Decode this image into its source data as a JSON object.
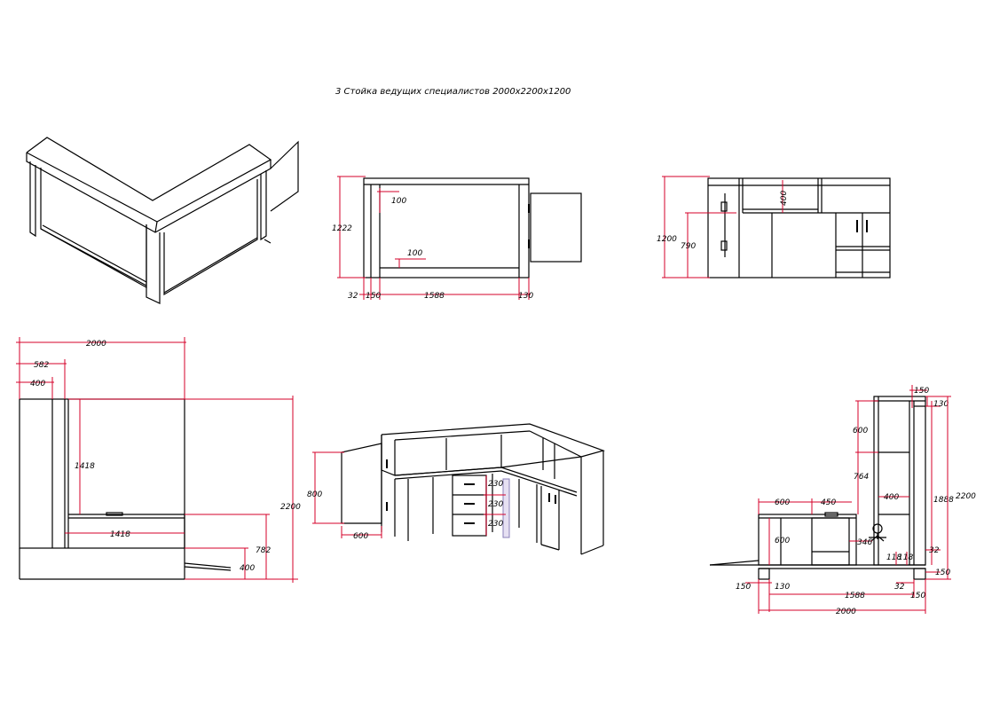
{
  "title": "3 Стойка ведущих специалистов 2000х2200х1200",
  "views": {
    "front": {
      "dims": {
        "h1": "1222",
        "inner_top": "100",
        "inner_bottom": "100",
        "w1": "32",
        "w2": "150",
        "w3": "1588",
        "w4": "130"
      }
    },
    "side": {
      "dims": {
        "h_total": "1200",
        "h_counter": "790",
        "shelf": "400"
      }
    },
    "plan": {
      "dims": {
        "w_total": "2000",
        "w_582": "582",
        "w_400": "400",
        "h_1418": "1418",
        "w_1418": "1418",
        "h_total": "2200",
        "h_782": "782",
        "h_400": "400"
      }
    },
    "persp": {
      "dims": {
        "d230a": "230",
        "d230b": "230",
        "d230c": "230",
        "h800": "800",
        "w600": "600"
      }
    },
    "section": {
      "dims": {
        "d150_top": "150",
        "d130_top": "130",
        "d600_v": "600",
        "d764": "764",
        "d600_w": "600",
        "d450": "450",
        "d400": "400",
        "d1888": "1888",
        "d2200": "2200",
        "d600_low": "600",
        "d346": "346",
        "d118a": "118",
        "d118b": "118",
        "d32_r": "32",
        "d150_r": "150",
        "d150_l": "150",
        "d130_b": "130",
        "d32_b": "32",
        "d1588": "1588",
        "d150_b": "150",
        "d2000": "2000"
      }
    }
  }
}
